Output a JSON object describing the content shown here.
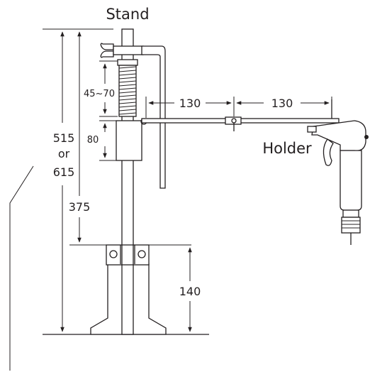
{
  "labels": {
    "stand": "Stand",
    "holder": "Holder"
  },
  "dimensions": {
    "total_height_a": "515",
    "total_height_or": "or",
    "total_height_b": "615",
    "upper_height": "375",
    "base_height": "140",
    "spring_range": "45~70",
    "collar_height": "80",
    "arm_segment_1": "130",
    "arm_segment_2": "130"
  },
  "colors": {
    "line": "#231f20",
    "background": "#ffffff"
  }
}
